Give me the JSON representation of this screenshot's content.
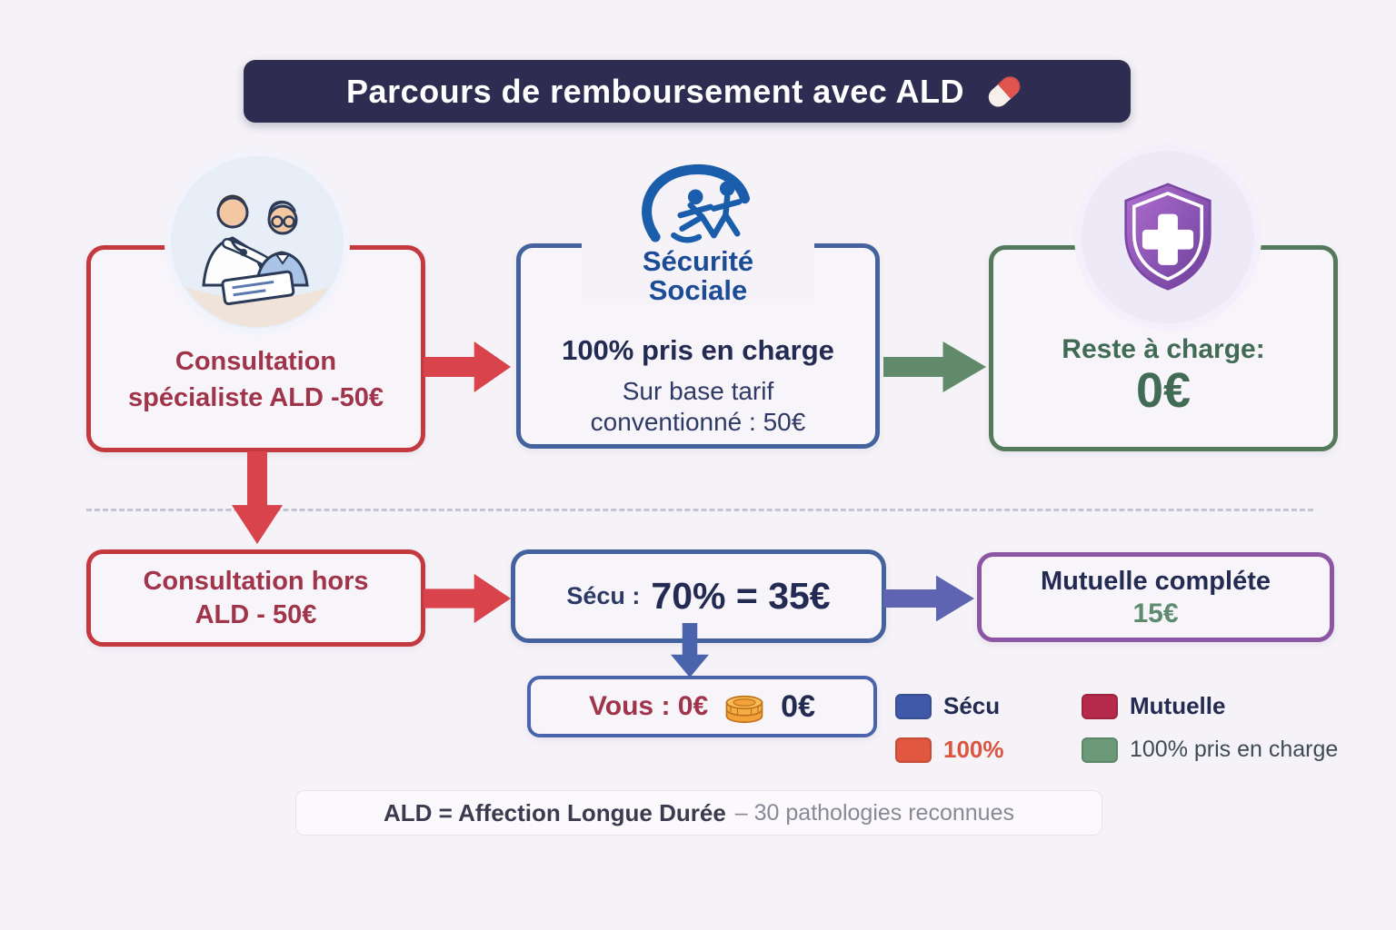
{
  "title": {
    "text": "Parcours de remboursement avec ALD",
    "icon": "pill-icon"
  },
  "flow": {
    "ald_path": {
      "consultation": {
        "icon": "doctor-patient-illustration",
        "line1": "Consultation",
        "line2": "spécialiste ALD -50€"
      },
      "secu": {
        "icon": "securite-sociale-logo",
        "org_line1": "Sécurité",
        "org_line2": "Sociale",
        "headline": "100% pris en charge",
        "sub_line1": "Sur base tarif",
        "sub_line2": "conventionné : 50€"
      },
      "reste": {
        "icon": "shield-cross-icon",
        "label": "Reste à charge:",
        "amount": "0€"
      }
    },
    "hors_ald_path": {
      "consultation": {
        "line1": "Consultation hors",
        "line2": "ALD - 50€"
      },
      "secu": {
        "prefix": "Sécu :",
        "value": "70% = 35€"
      },
      "mutuelle": {
        "line1": "Mutuelle compléte",
        "amount": "15€"
      },
      "vous": {
        "label": "Vous : 0€",
        "icon": "coins-icon",
        "amount": "0€"
      }
    }
  },
  "legend": {
    "items": [
      {
        "label": "Sécu",
        "swatch": "#4059A8",
        "label_color": "#232B52"
      },
      {
        "label": "Mutuelle",
        "swatch": "#B5294A",
        "label_color": "#232B52"
      },
      {
        "label": "100%",
        "swatch": "#E2573F",
        "label_color": "#D95540"
      },
      {
        "label": "100% pris en charge",
        "swatch": "#6C9A79",
        "label_color": "#3F4C55"
      }
    ]
  },
  "footer": {
    "bold": "ALD = Affection Longue Durée",
    "rest": "– 30 pathologies reconnues"
  },
  "colors": {
    "background": "#F5F2F8",
    "box_bg": "#F7F5FA",
    "title_bar": "#2E2C50",
    "title_text": "#FFFFFF",
    "red_border": "#C4393F",
    "red_text": "#A0344A",
    "arrow_red": "#D9434B",
    "blue_border": "#44639E",
    "navy_text": "#232B52",
    "navy_soft": "#2E3A66",
    "logo_blue": "#1A5DAB",
    "green_border": "#54795B",
    "green_text": "#416B54",
    "arrow_green": "#618A6B",
    "purple_border": "#8C56A4",
    "arrow_purple": "#5E63B2",
    "arrow_blue": "#4A63AD",
    "amount_green": "#5E8A6E",
    "footer_dark": "#3C3A4E",
    "footer_light": "#8A8894",
    "dashed_line": "#C6C4D0"
  }
}
